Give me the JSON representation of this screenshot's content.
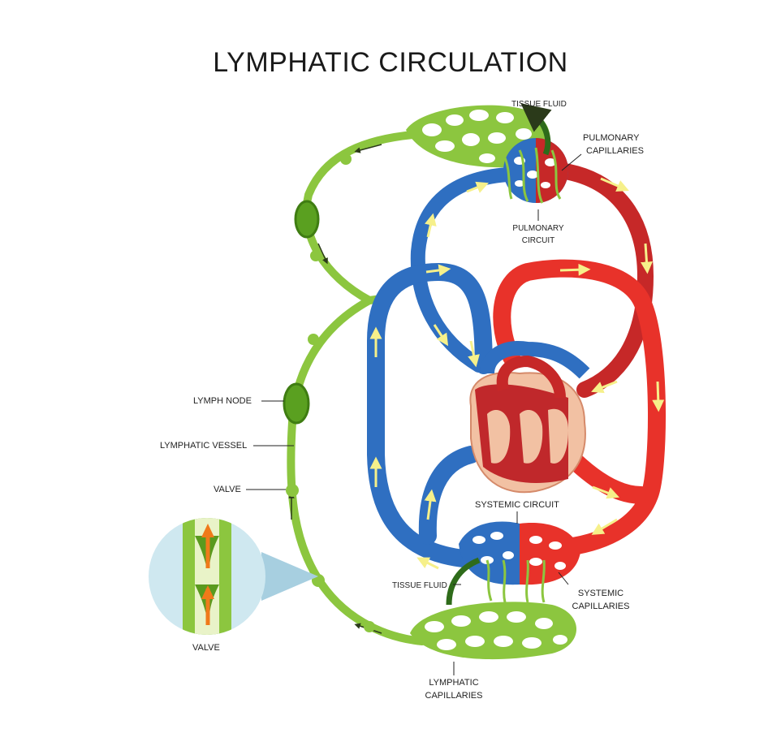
{
  "title": "LYMPHATIC CIRCULATION",
  "labels": {
    "tissue_fluid_top": "TISSUE FLUID",
    "pulmonary_capillaries_1": "PULMONARY",
    "pulmonary_capillaries_2": "CAPILLARIES",
    "pulmonary_circuit_1": "PULMONARY",
    "pulmonary_circuit_2": "CIRCUIT",
    "lymph_node": "LYMPH NODE",
    "lymphatic_vessel": "LYMPHATIC  VESSEL",
    "valve": "VALVE",
    "valve_inset": "VALVE",
    "systemic_circuit": "SYSTEMIC CIRCUIT",
    "tissue_fluid_bottom": "TISSUE FLUID",
    "systemic_capillaries_1": "SYSTEMIC",
    "systemic_capillaries_2": "CAPILLARIES",
    "lymphatic_capillaries_1": "LYMPHATIC",
    "lymphatic_capillaries_2": "CAPILLARIES"
  },
  "colors": {
    "lymph_green": "#8cc63f",
    "lymph_dark": "#5a9a1e",
    "node_green": "#4e9a1c",
    "vein_blue": "#2f6fc1",
    "artery_red": "#e8322a",
    "artery_dark": "#b71c1c",
    "flow_arrow": "#f6f08a",
    "inset_bg": "#cfe8f0"
  }
}
